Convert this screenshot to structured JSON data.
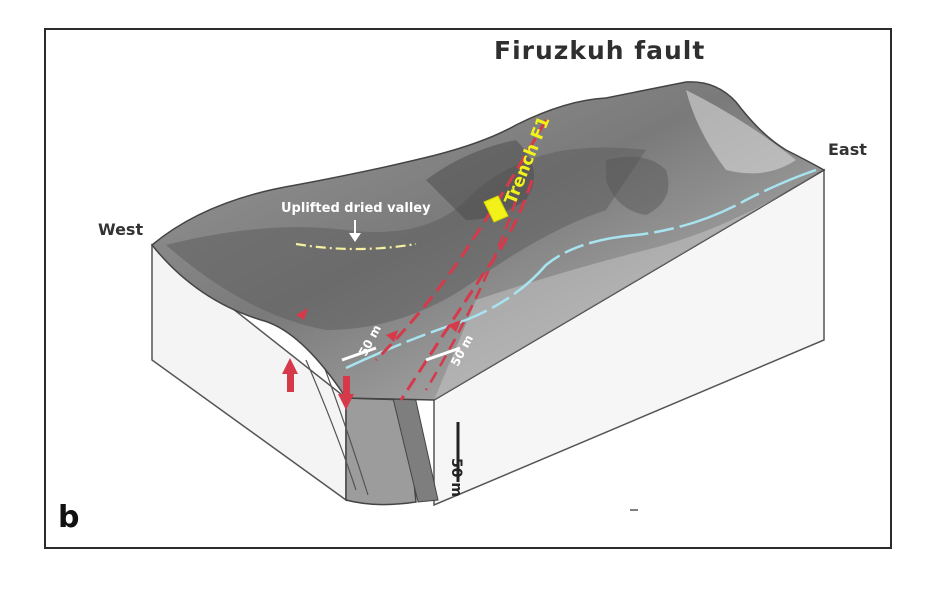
{
  "figure": {
    "panel_letter": "b",
    "title": "Firuzkuh fault",
    "directions": {
      "west": "West",
      "east": "East"
    },
    "labels": {
      "uplifted_valley": "Uplifted dried valley",
      "trench": "Trench F1",
      "scale_horizontal_1": "50 m",
      "scale_horizontal_2": "50 m",
      "scale_vertical": "50 m"
    },
    "colors": {
      "fault_trace": "#d63a4a",
      "stream": "#a8e4f0",
      "valley_trace": "#f4f0a0",
      "trench_marker": "#f2f21a",
      "frame": "#2b2b2b"
    }
  }
}
